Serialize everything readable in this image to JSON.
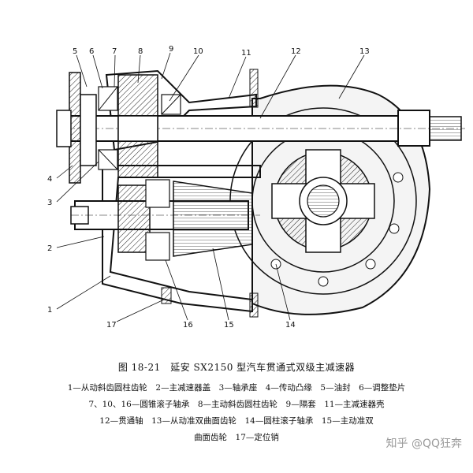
{
  "figure": {
    "labels": [
      {
        "id": "5",
        "text": "5"
      },
      {
        "id": "6",
        "text": "6"
      },
      {
        "id": "7",
        "text": "7"
      },
      {
        "id": "8",
        "text": "8"
      },
      {
        "id": "9",
        "text": "9"
      },
      {
        "id": "10",
        "text": "10"
      },
      {
        "id": "11",
        "text": "11"
      },
      {
        "id": "12",
        "text": "12"
      },
      {
        "id": "13",
        "text": "13"
      },
      {
        "id": "4",
        "text": "4"
      },
      {
        "id": "3",
        "text": "3"
      },
      {
        "id": "2",
        "text": "2"
      },
      {
        "id": "1",
        "text": "1"
      },
      {
        "id": "17",
        "text": "17"
      },
      {
        "id": "16",
        "text": "16"
      },
      {
        "id": "15",
        "text": "15"
      },
      {
        "id": "14",
        "text": "14"
      }
    ]
  },
  "caption": "图 18-21　延安 SX2150 型汽车贯通式双级主减速器",
  "legend": [
    "1—从动斜齿圆柱齿轮　2—主减速器盖　3—轴承座　4—传动凸缘　5—油封　6—调整垫片",
    "7、10、16—圆锥滚子轴承　8—主动斜齿圆柱齿轮　9—隔套　11—主减速器壳",
    "12—贯通轴　13—从动准双曲面齿轮　14—圆柱滚子轴承　15—主动准双",
    "曲面齿轮　17—定位销"
  ],
  "watermark": "知乎 @QQ狂奔"
}
